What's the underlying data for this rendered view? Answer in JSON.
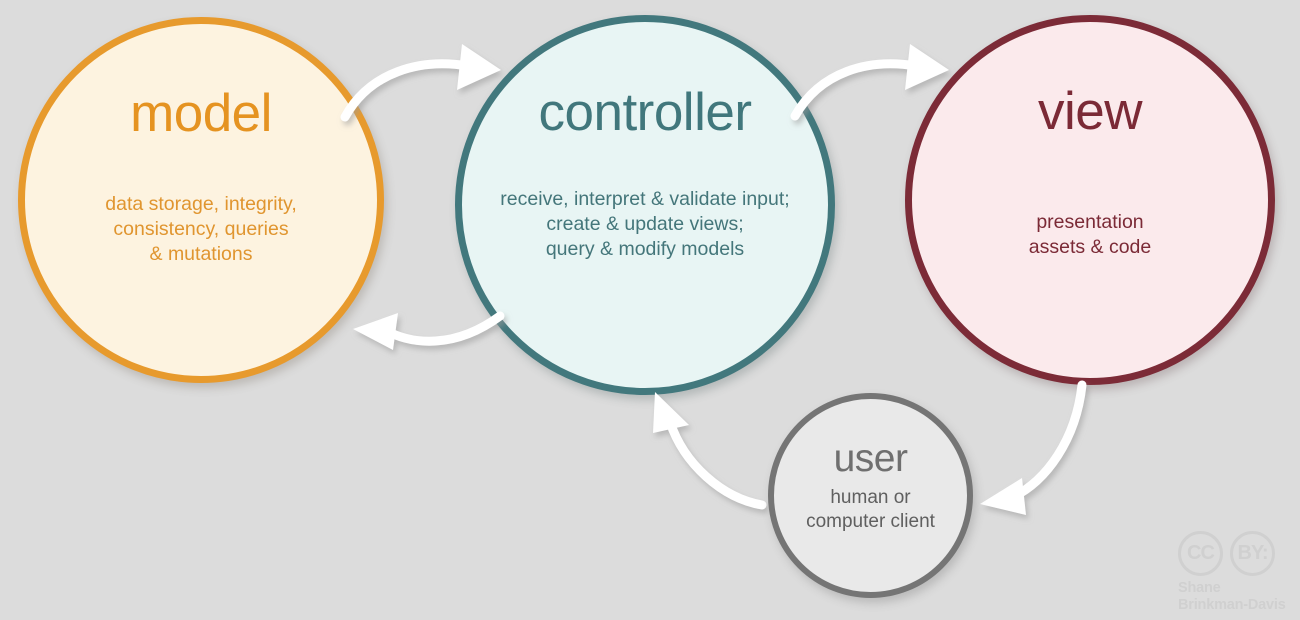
{
  "diagram": {
    "background_color": "#dcdcdc",
    "nodes": [
      {
        "id": "model",
        "title": "model",
        "description": "data storage, integrity,\nconsistency, queries\n& mutations",
        "border_color": "#e79a2d",
        "fill_color": "#fdf3e0",
        "text_color": "#e0952f"
      },
      {
        "id": "controller",
        "title": "controller",
        "description": "receive, interpret & validate input;\ncreate & update views;\nquery & modify models",
        "border_color": "#42787d",
        "fill_color": "#e8f5f4",
        "text_color": "#44767a"
      },
      {
        "id": "view",
        "title": "view",
        "description": "presentation\nassets & code",
        "border_color": "#7c2b37",
        "fill_color": "#fbeaec",
        "text_color": "#7b2a36"
      },
      {
        "id": "user",
        "title": "user",
        "description": "human or\ncomputer client",
        "border_color": "#757575",
        "fill_color": "#e9e9e9",
        "text_color": "#5f5f5f"
      }
    ],
    "arrows": [
      {
        "id": "model-to-controller",
        "from": "model",
        "to": "controller",
        "color": "#ffffff"
      },
      {
        "id": "controller-to-model",
        "from": "controller",
        "to": "model",
        "color": "#ffffff"
      },
      {
        "id": "controller-to-view",
        "from": "controller",
        "to": "view",
        "color": "#ffffff"
      },
      {
        "id": "view-to-user",
        "from": "view",
        "to": "user",
        "color": "#ffffff"
      },
      {
        "id": "user-to-controller",
        "from": "user",
        "to": "controller",
        "color": "#ffffff"
      }
    ]
  },
  "license": {
    "cc_label": "CC",
    "by_label": "BY:",
    "author": "Shane\nBrinkman-Davis",
    "color": "#d0d0d0"
  }
}
